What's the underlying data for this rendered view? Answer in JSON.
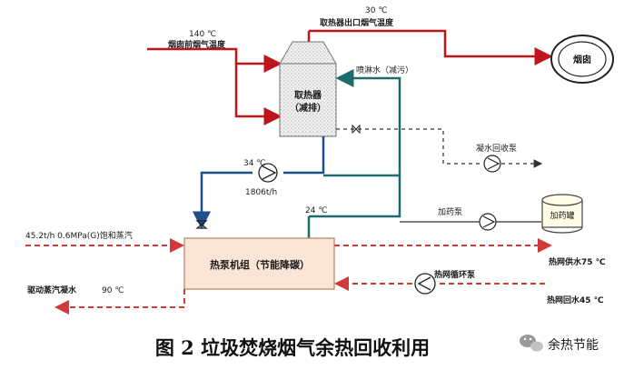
{
  "labels": {
    "temp_140": "140 ℃",
    "flue_before": "烟囱前烟气温度",
    "temp_30": "30 ℃",
    "outlet_temp": "取热器出口烟气温度",
    "chimney": "烟囱",
    "spray_water": "喷淋水（减污）",
    "extractor_line1": "取热器",
    "extractor_line2": "（减排）",
    "temp_34": "34 ℃",
    "flow": "1806t/h",
    "condensate_pump": "凝水回收泵",
    "dosing_pump": "加药泵",
    "dosing_tank": "加药罐",
    "temp_24": "24  ℃",
    "steam_input": "45.2t/h  0.6MPa(G)饱和蒸汽",
    "heat_pump_unit": "热泵机组（节能降碳）",
    "supply_water": "热网供水75   ℃",
    "drive_condensate": "驱动蒸汽凝水",
    "temp_90": "90  ℃",
    "circ_pump": "热网循环泵",
    "return_water": "热网回水45   ℃",
    "caption": "图 2  垃圾焚烧烟气余热回收利用",
    "brand": "余热节能"
  },
  "colors": {
    "flue": "#c0161b",
    "steam": "#d23a3a",
    "water_blue": "#1f4e8c",
    "water_teal": "#1e6b6b",
    "heat_pump_fill": "#fbe5d6",
    "dashed": "#333333"
  }
}
